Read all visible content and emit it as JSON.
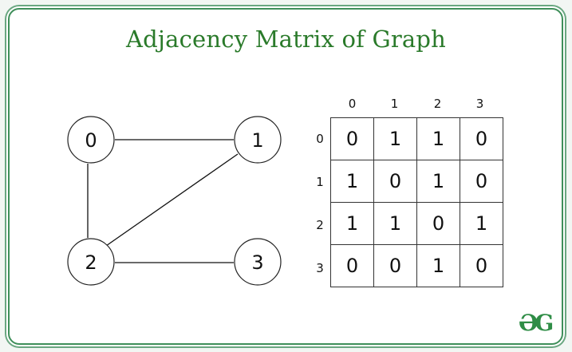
{
  "title": "Adjacency Matrix of Graph",
  "graph": {
    "nodes": [
      "0",
      "1",
      "2",
      "3"
    ],
    "edges": [
      [
        "0",
        "1"
      ],
      [
        "0",
        "2"
      ],
      [
        "1",
        "2"
      ],
      [
        "2",
        "3"
      ]
    ]
  },
  "matrix": {
    "column_headers": [
      "0",
      "1",
      "2",
      "3"
    ],
    "row_headers": [
      "0",
      "1",
      "2",
      "3"
    ],
    "rows": [
      [
        "0",
        "1",
        "1",
        "0"
      ],
      [
        "1",
        "0",
        "1",
        "0"
      ],
      [
        "1",
        "1",
        "0",
        "1"
      ],
      [
        "0",
        "0",
        "1",
        "0"
      ]
    ]
  },
  "logo": {
    "text": "ƏG",
    "color": "#2f8d46"
  },
  "colors": {
    "title": "#2a7a2a",
    "border": "#3f8f5a"
  }
}
